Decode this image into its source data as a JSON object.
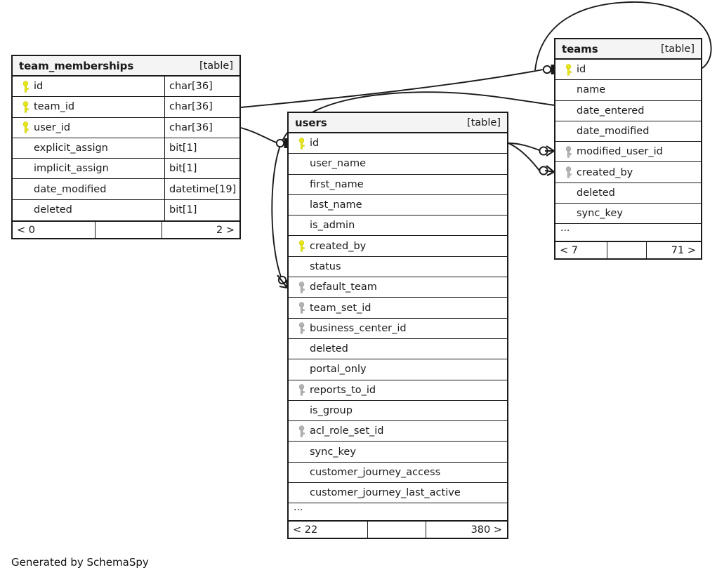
{
  "diagram": {
    "generator_note": "Generated by SchemaSpy",
    "kind_label": "[table]",
    "more_marker": "...",
    "colors": {
      "primary_key": "#e6e619",
      "foreign_key": "#b3b3b3",
      "header_bg": "#f4f4f4",
      "border": "#1a1a1a",
      "background": "#ffffff"
    }
  },
  "tables": [
    {
      "id": "team_memberships",
      "name": "team_memberships",
      "kind": "[table]",
      "has_more_row": false,
      "columns": [
        {
          "key": "primary",
          "key_icon": "yellow-key-icon",
          "name": "id",
          "type": "char[36]"
        },
        {
          "key": "primary",
          "key_icon": "yellow-key-icon",
          "name": "team_id",
          "type": "char[36]"
        },
        {
          "key": "primary",
          "key_icon": "yellow-key-icon",
          "name": "user_id",
          "type": "char[36]"
        },
        {
          "key": "none",
          "key_icon": "",
          "name": "explicit_assign",
          "type": "bit[1]"
        },
        {
          "key": "none",
          "key_icon": "",
          "name": "implicit_assign",
          "type": "bit[1]"
        },
        {
          "key": "none",
          "key_icon": "",
          "name": "date_modified",
          "type": "datetime[19]"
        },
        {
          "key": "none",
          "key_icon": "",
          "name": "deleted",
          "type": "bit[1]"
        }
      ],
      "footer": {
        "left": "< 0",
        "middle": "",
        "right": "2 >"
      }
    },
    {
      "id": "users",
      "name": "users",
      "kind": "[table]",
      "has_more_row": true,
      "columns": [
        {
          "key": "primary",
          "key_icon": "yellow-key-icon",
          "name": "id",
          "type": ""
        },
        {
          "key": "none",
          "key_icon": "",
          "name": "user_name",
          "type": ""
        },
        {
          "key": "none",
          "key_icon": "",
          "name": "first_name",
          "type": ""
        },
        {
          "key": "none",
          "key_icon": "",
          "name": "last_name",
          "type": ""
        },
        {
          "key": "none",
          "key_icon": "",
          "name": "is_admin",
          "type": ""
        },
        {
          "key": "primary",
          "key_icon": "yellow-key-icon",
          "name": "created_by",
          "type": ""
        },
        {
          "key": "none",
          "key_icon": "",
          "name": "status",
          "type": ""
        },
        {
          "key": "foreign",
          "key_icon": "gray-key-icon",
          "name": "default_team",
          "type": ""
        },
        {
          "key": "foreign",
          "key_icon": "gray-key-icon",
          "name": "team_set_id",
          "type": ""
        },
        {
          "key": "foreign",
          "key_icon": "gray-key-icon",
          "name": "business_center_id",
          "type": ""
        },
        {
          "key": "none",
          "key_icon": "",
          "name": "deleted",
          "type": ""
        },
        {
          "key": "none",
          "key_icon": "",
          "name": "portal_only",
          "type": ""
        },
        {
          "key": "foreign",
          "key_icon": "gray-key-icon",
          "name": "reports_to_id",
          "type": ""
        },
        {
          "key": "none",
          "key_icon": "",
          "name": "is_group",
          "type": ""
        },
        {
          "key": "foreign",
          "key_icon": "gray-key-icon",
          "name": "acl_role_set_id",
          "type": ""
        },
        {
          "key": "none",
          "key_icon": "",
          "name": "sync_key",
          "type": ""
        },
        {
          "key": "none",
          "key_icon": "",
          "name": "customer_journey_access",
          "type": ""
        },
        {
          "key": "none",
          "key_icon": "",
          "name": "customer_journey_last_active",
          "type": ""
        }
      ],
      "footer": {
        "left": "< 22",
        "middle": "",
        "right": "380 >"
      }
    },
    {
      "id": "teams",
      "name": "teams",
      "kind": "[table]",
      "has_more_row": true,
      "columns": [
        {
          "key": "primary",
          "key_icon": "yellow-key-icon",
          "name": "id",
          "type": ""
        },
        {
          "key": "none",
          "key_icon": "",
          "name": "name",
          "type": ""
        },
        {
          "key": "none",
          "key_icon": "",
          "name": "date_entered",
          "type": ""
        },
        {
          "key": "none",
          "key_icon": "",
          "name": "date_modified",
          "type": ""
        },
        {
          "key": "foreign",
          "key_icon": "gray-key-icon",
          "name": "modified_user_id",
          "type": ""
        },
        {
          "key": "foreign",
          "key_icon": "gray-key-icon",
          "name": "created_by",
          "type": ""
        },
        {
          "key": "none",
          "key_icon": "",
          "name": "deleted",
          "type": ""
        },
        {
          "key": "none",
          "key_icon": "",
          "name": "sync_key",
          "type": ""
        }
      ],
      "footer": {
        "left": "< 7",
        "middle": "",
        "right": "71 >"
      }
    }
  ],
  "relationships": [
    {
      "from_table": "team_memberships",
      "from_column": "team_id",
      "to_table": "teams",
      "to_column": "id"
    },
    {
      "from_table": "team_memberships",
      "from_column": "user_id",
      "to_table": "users",
      "to_column": "id"
    },
    {
      "from_table": "users",
      "from_column": "id",
      "to_table": "teams",
      "to_column": "modified_user_id"
    },
    {
      "from_table": "users",
      "from_column": "id",
      "to_table": "teams",
      "to_column": "created_by"
    },
    {
      "from_table": "users",
      "from_column": "default_team",
      "to_table": "teams",
      "to_column": "id"
    }
  ]
}
